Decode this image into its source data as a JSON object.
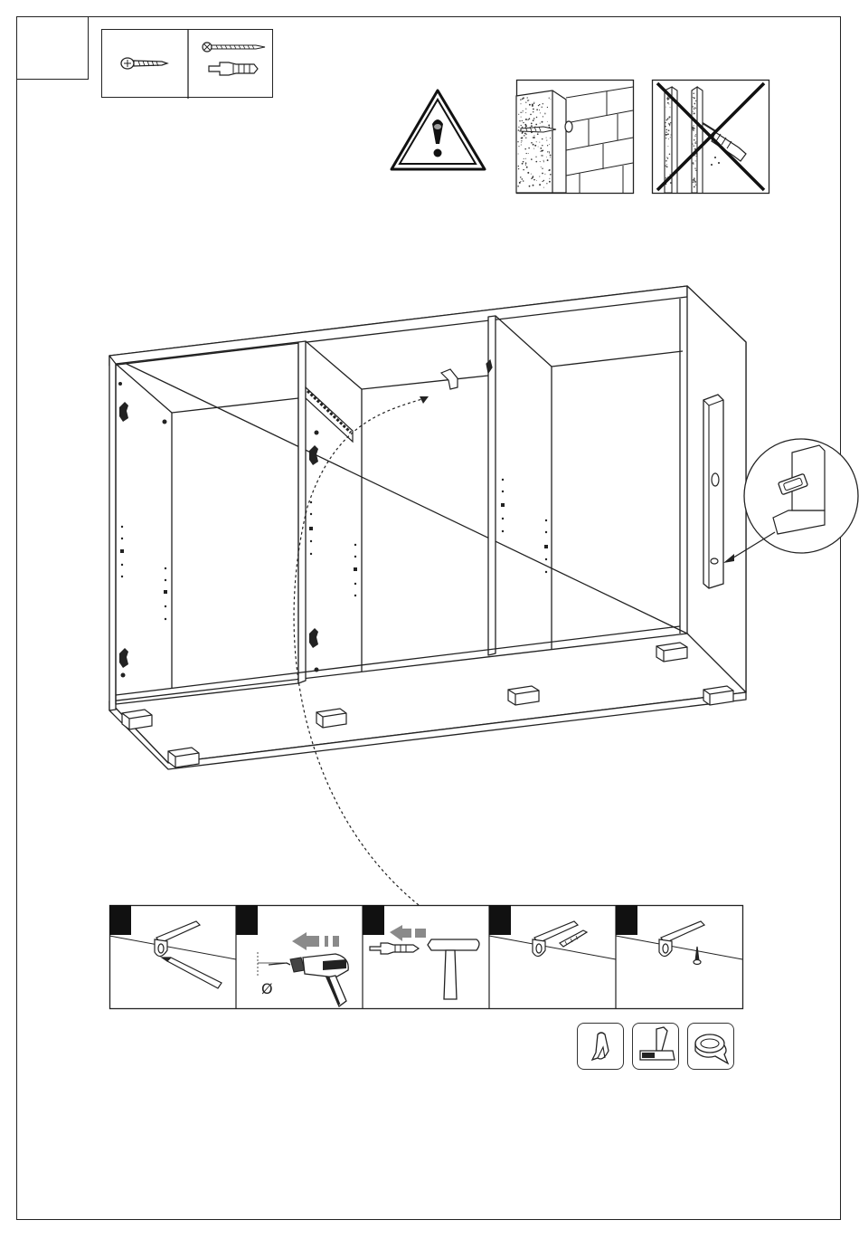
{
  "step": {
    "number": ""
  },
  "hardware": {
    "items": [
      "wall-plug-screw-icon",
      "long-screw-with-plug-icon"
    ]
  },
  "warning": {
    "icon": "warning-exclamation-icon"
  },
  "wall_types": [
    {
      "name": "solid-wall",
      "icon": "solid-wall-icon",
      "allowed": true
    },
    {
      "name": "hollow-wall",
      "icon": "hollow-wall-icon",
      "allowed": false
    }
  ],
  "mounting_steps": [
    {
      "label": "",
      "icon": "mark-bracket-hole-icon"
    },
    {
      "label": "",
      "icon": "drill-hole-icon",
      "diameter_symbol": "Ø"
    },
    {
      "label": "",
      "icon": "insert-plug-hammer-icon"
    },
    {
      "label": "",
      "icon": "insert-screw-icon"
    },
    {
      "label": "",
      "icon": "fix-bracket-icon"
    }
  ],
  "tools": [
    "pencil-icon",
    "hammer-icon",
    "tape-measure-icon"
  ],
  "colors": {
    "line": "#222222",
    "panel": "#111111",
    "grey_arrow": "#8a8a8a"
  }
}
